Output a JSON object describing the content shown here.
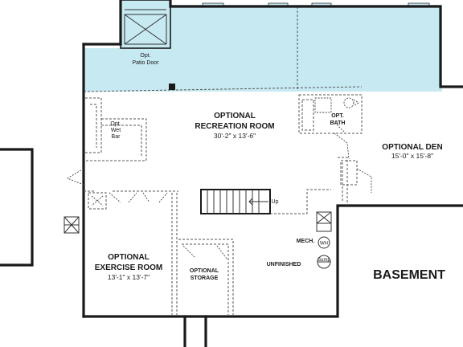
{
  "rooms": {
    "recreation": {
      "name_line1": "OPTIONAL",
      "name_line2": "RECREATION ROOM",
      "size": "30'-2\" x 13'-6\""
    },
    "den": {
      "name": "OPTIONAL DEN",
      "size": "15'-0\" x 15'-8\""
    },
    "exercise": {
      "name_line1": "OPTIONAL",
      "name_line2": "EXERCISE ROOM",
      "size": "13'-1\" x 13'-7\""
    },
    "storage": {
      "name_line1": "OPTIONAL",
      "name_line2": "STORAGE"
    },
    "bath": {
      "name_line1": "OPT.",
      "name_line2": "BATH"
    },
    "wet_bar": {
      "line1": "Opt.",
      "line2": "Wet",
      "line3": "Bar"
    },
    "patio_door": {
      "line1": "Opt.",
      "line2": "Patio Door"
    },
    "mech": "MECH.",
    "unfinished": "UNFINISHED",
    "basement": "BASEMENT"
  },
  "fixtures": {
    "water_heater": "WH",
    "sump": "Sump",
    "stairs": "Up"
  },
  "colors": {
    "patio_fill": "#c7e9f2",
    "wall": "#1a1a1a"
  }
}
